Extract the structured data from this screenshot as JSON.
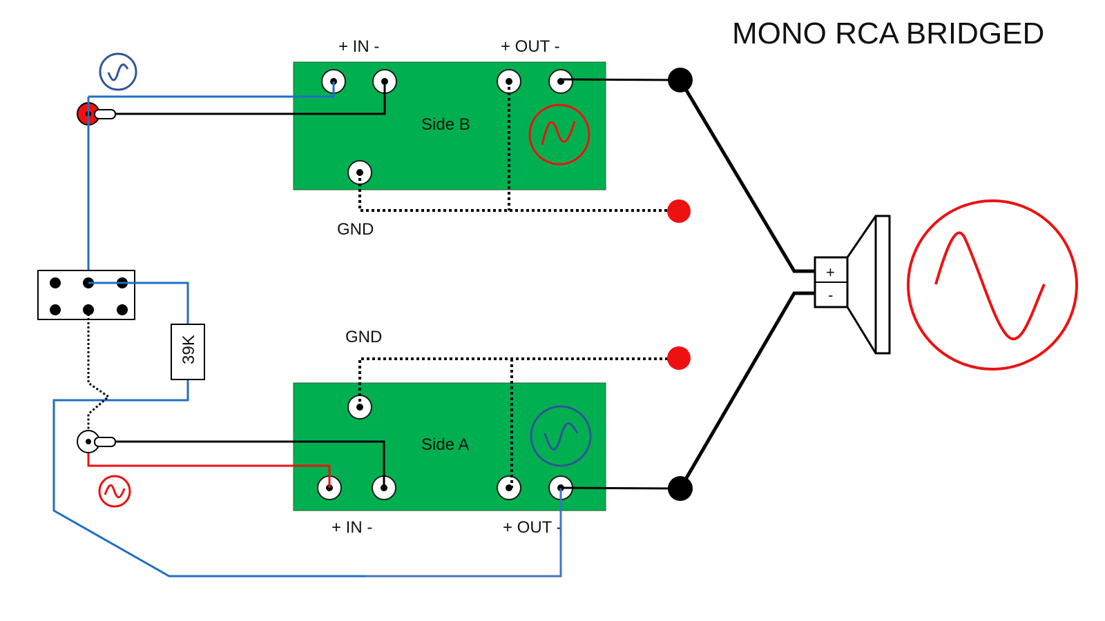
{
  "title": "MONO RCA BRIDGED",
  "side_b": {
    "label": "Side B",
    "in_label": "+ IN -",
    "out_label": "+ OUT -",
    "gnd_label": "GND"
  },
  "side_a": {
    "label": "Side A",
    "in_label": "+ IN -",
    "out_label": "+ OUT -",
    "gnd_label": "GND"
  },
  "resistor_label": "39K",
  "speaker": {
    "plus": "+",
    "minus": "-"
  },
  "colors": {
    "board": "#00b050",
    "signal_red": "#ee1111",
    "signal_blue": "#2f5597",
    "wire_blue": "#1f6fc4",
    "ground_dot": "#ee1111"
  },
  "icons": [
    "sine-wave-icon",
    "speaker-icon",
    "rca-jack-icon",
    "switch-icon",
    "resistor-icon"
  ]
}
